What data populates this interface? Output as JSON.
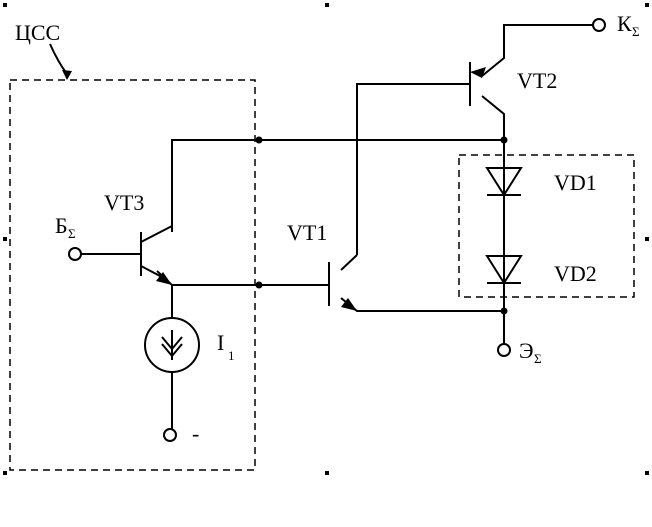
{
  "diagram": {
    "labels": {
      "css": "ЦСС",
      "vt1": "VT1",
      "vt2": "VT2",
      "vt3": "VT3",
      "vd1": "VD1",
      "vd2": "VD2",
      "i1_main": "I",
      "i1_sub": "1",
      "base_main": "Б",
      "base_sub": "Σ",
      "collector_main": "К",
      "collector_sub": "Σ",
      "emitter_main": "Э",
      "emitter_sub": "Σ",
      "minus": "-"
    }
  }
}
